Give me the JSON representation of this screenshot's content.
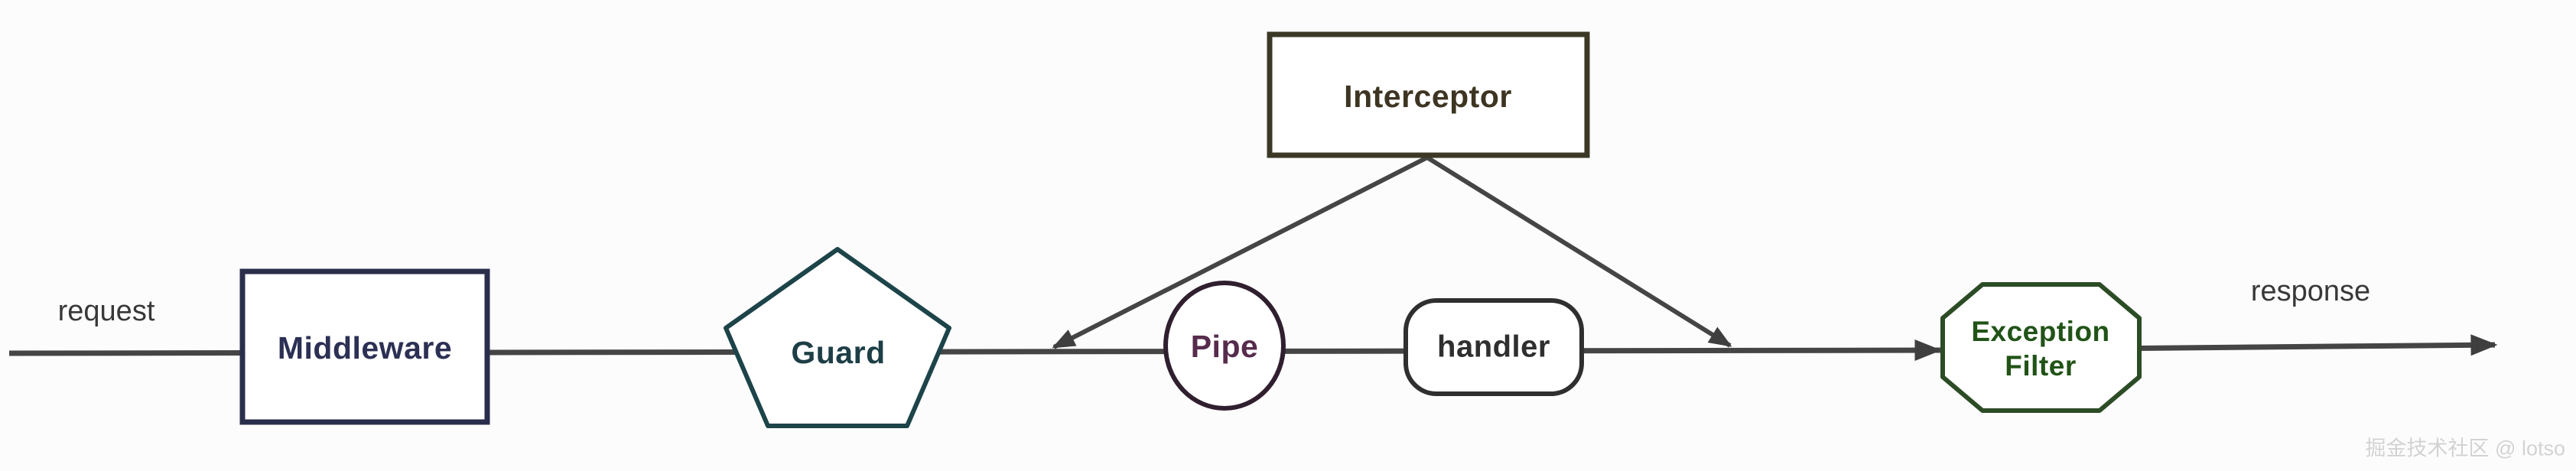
{
  "diagram": {
    "flow_labels": {
      "request": "request",
      "response": "response"
    },
    "nodes": {
      "middleware": {
        "label": "Middleware",
        "shape": "rectangle",
        "fill": "#aeb2e9"
      },
      "guard": {
        "label": "Guard",
        "shape": "pentagon",
        "fill": "#90e2d8"
      },
      "interceptor": {
        "label": "Interceptor",
        "shape": "rectangle",
        "fill": "#ebe298"
      },
      "pipe": {
        "label": "Pipe",
        "shape": "circle",
        "fill": "#f6b9d9"
      },
      "handler": {
        "label": "handler",
        "shape": "stadium",
        "fill": "#fefefe"
      },
      "exception_filter": {
        "label": "Exception\nFilter",
        "shape": "octagon",
        "fill": "#a6de7d"
      }
    },
    "line_color": "#454545",
    "watermark": "掘金技术社区 @ lotso"
  }
}
